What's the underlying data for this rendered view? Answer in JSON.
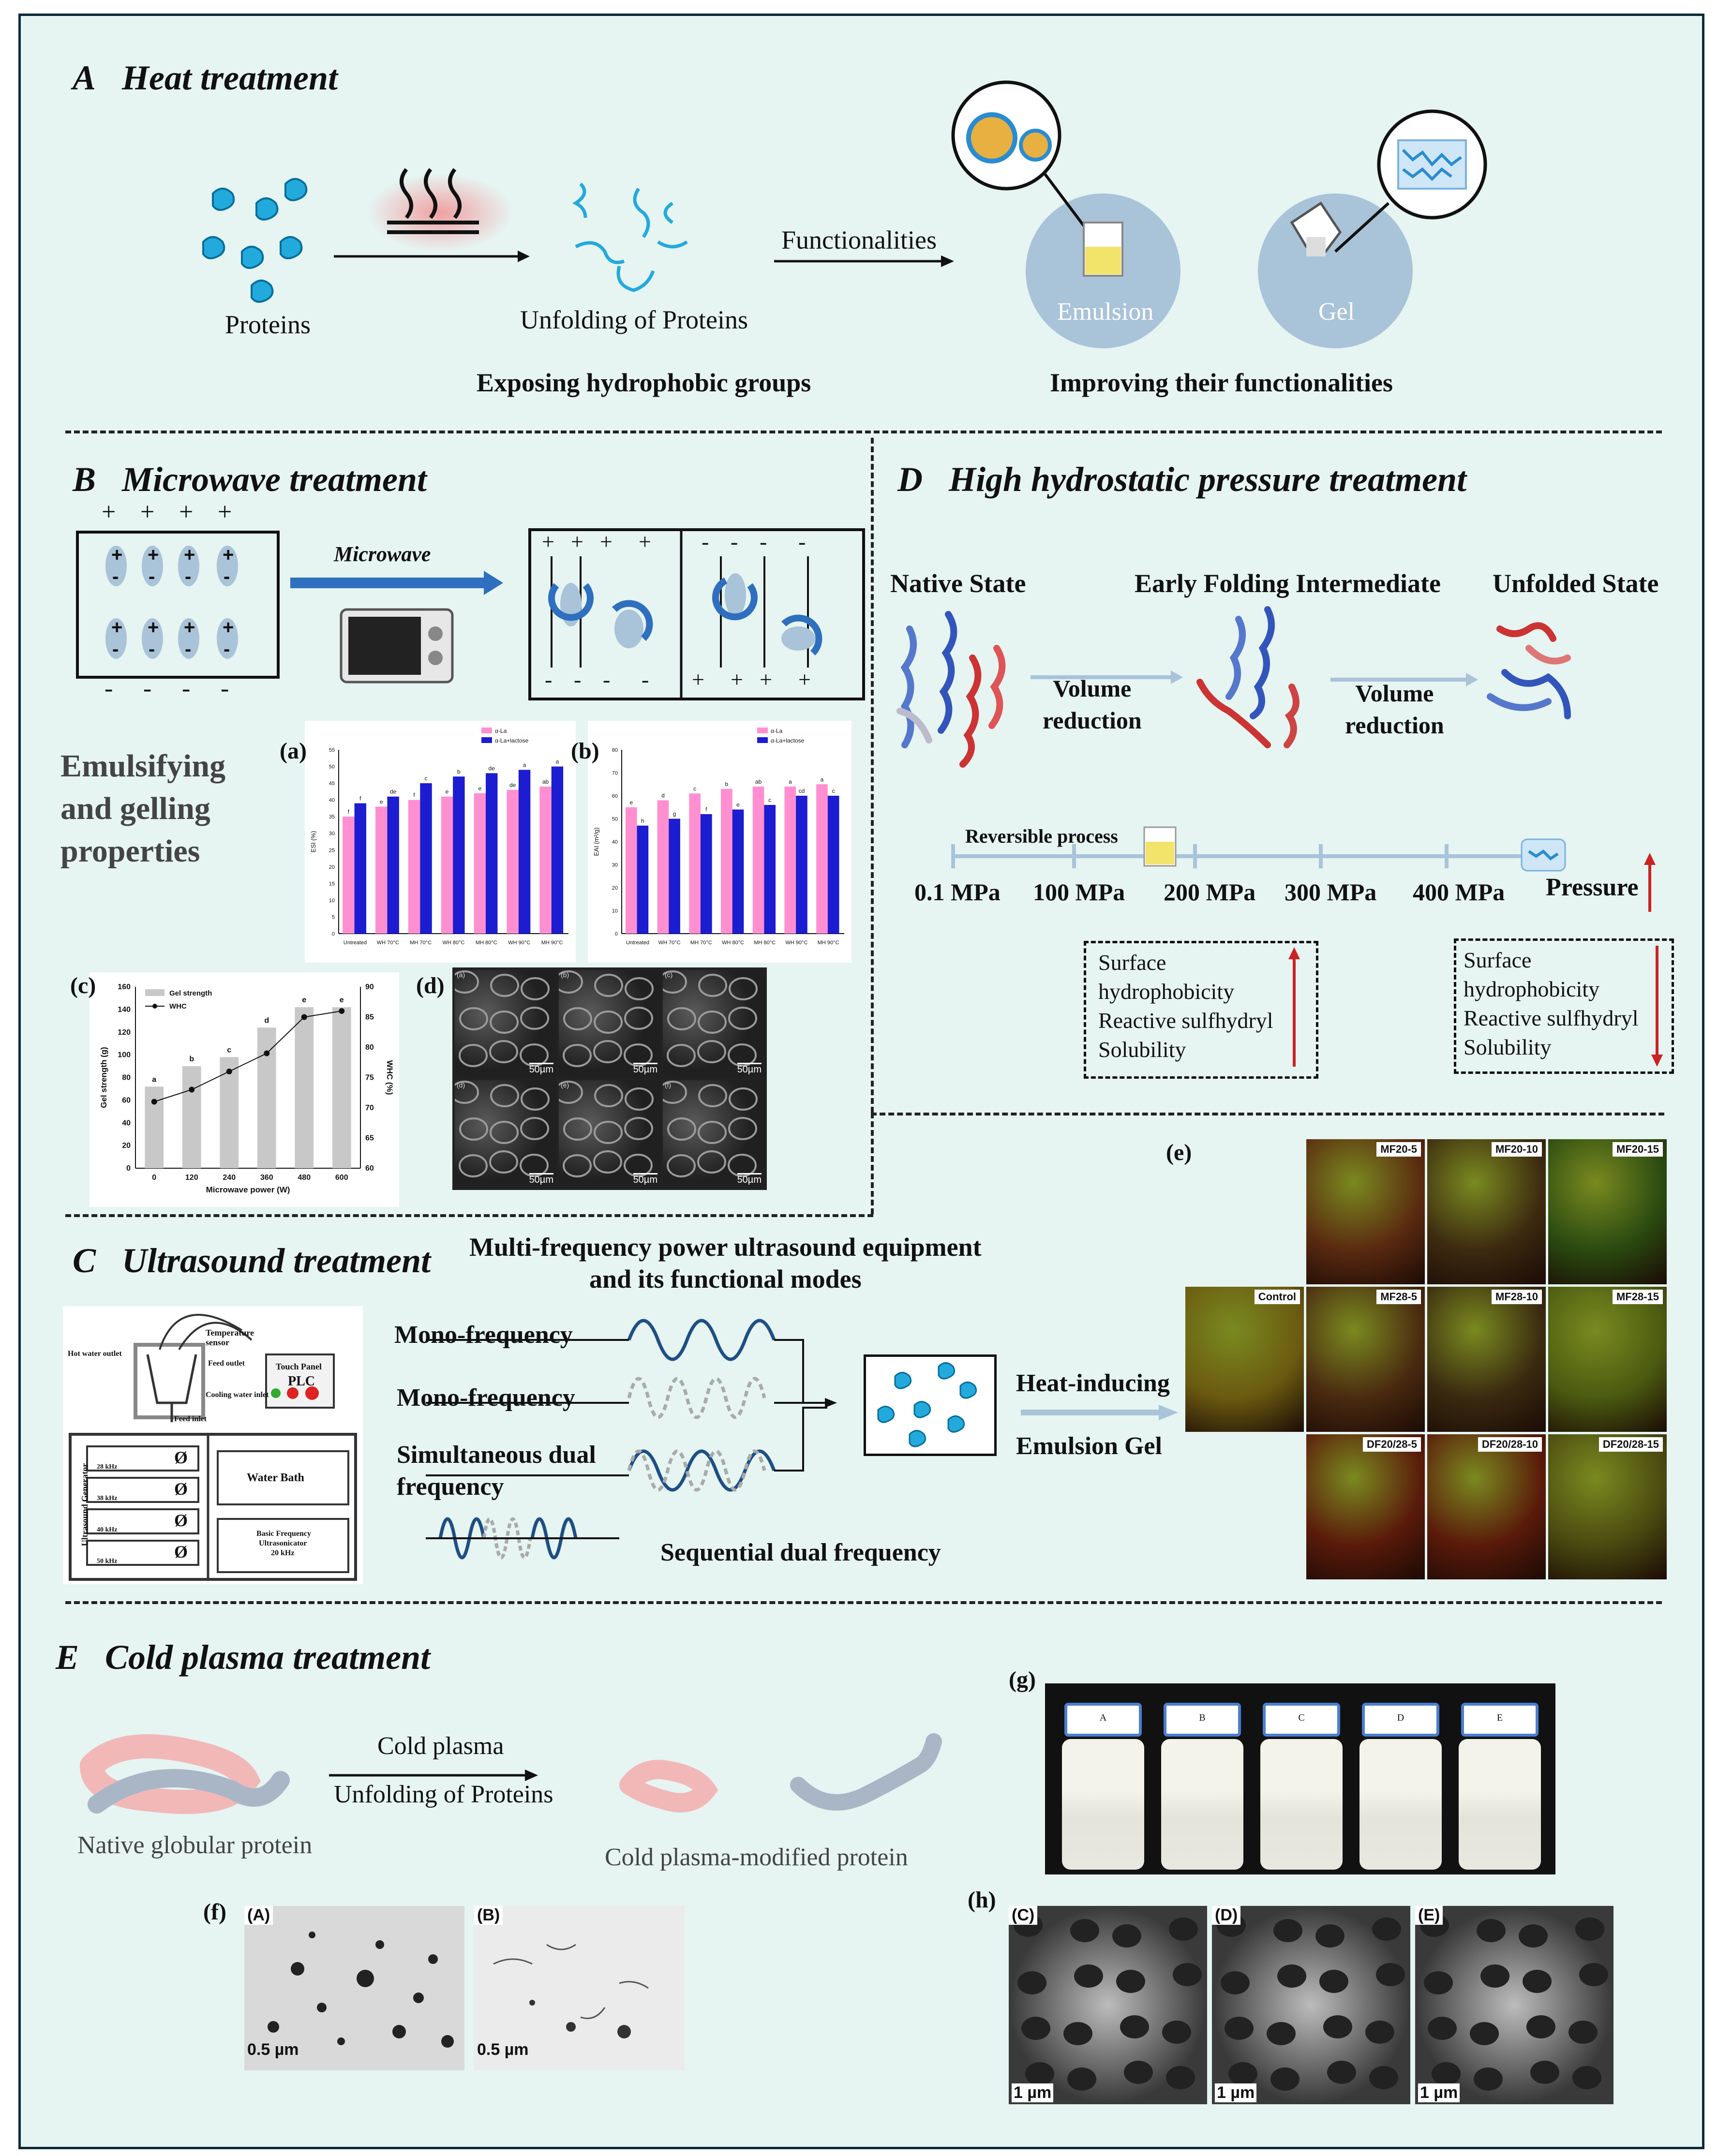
{
  "sections": {
    "A": {
      "letter": "A",
      "title": "Heat treatment",
      "proteins": "Proteins",
      "unfolding": "Unfolding of Proteins",
      "exposing": "Exposing hydrophobic groups",
      "functionalities": "Functionalities",
      "emulsion": "Emulsion",
      "gel": "Gel",
      "improving": "Improving their functionalities"
    },
    "B": {
      "letter": "B",
      "title": "Microwave treatment",
      "microwave": "Microwave",
      "props_l1": "Emulsifying",
      "props_l2": "and gelling",
      "props_l3": "properties",
      "plus": "+",
      "minus": "-"
    },
    "C": {
      "letter": "C",
      "title": "Ultrasound treatment",
      "equip_l1": "Multi-frequency power ultrasound equipment",
      "equip_l2": "and its functional modes",
      "mode1": "Mono-frequency",
      "mode2": "Mono-frequency",
      "mode3a": "Simultaneous dual",
      "mode3b": "frequency",
      "mode4": "Sequential dual frequency",
      "heat_inducing": "Heat-inducing",
      "emulsion_gel": "Emulsion Gel",
      "device": {
        "temp_sensor_l1": "Temperature",
        "temp_sensor_l2": "sensor",
        "hot_outlet": "Hot water outlet",
        "feed_outlet": "Feed outlet",
        "cooling_inlet": "Cooling water inlet",
        "feed_inlet": "Feed inlet",
        "touch_panel": "Touch Panel",
        "plc": "PLC",
        "generator": "Ultrasound Generator",
        "water_bath": "Water Bath",
        "base_freq_l1": "Basic Frequency",
        "base_freq_l2": "Ultrasonicator",
        "base_freq_l3": "20 kHz",
        "freqs": [
          "28 kHz",
          "38 kHz",
          "40 kHz",
          "50 kHz"
        ],
        "knob": "Ø"
      }
    },
    "D": {
      "letter": "D",
      "title": "High hydrostatic pressure treatment",
      "native": "Native State",
      "early": "Early Folding Intermediate",
      "unfolded": "Unfolded State",
      "vr1": "Volume",
      "vr2": "reduction",
      "reversible": "Reversible process",
      "pressures": [
        "0.1 MPa",
        "100 MPa",
        "200 MPa",
        "300 MPa",
        "400 MPa"
      ],
      "pressure": "Pressure",
      "props": [
        "Surface",
        "hydrophobicity",
        "Reactive sulfhydryl",
        "Solubility"
      ]
    },
    "E": {
      "letter": "E",
      "title": "Cold plasma treatment",
      "cold_plasma": "Cold plasma",
      "unfolding": "Unfolding of Proteins",
      "native": "Native globular protein",
      "modified": "Cold plasma-modified protein"
    }
  },
  "panels": {
    "a": "(a)",
    "b": "(b)",
    "c": "(c)",
    "d": "(d)",
    "e": "(e)",
    "f": "(f)",
    "g": "(g)",
    "h": "(h)",
    "f_A": "(A)",
    "f_B": "(B)",
    "scale_f": "0.5 µm",
    "h_C": "(C)",
    "h_D": "(D)",
    "h_E": "(E)",
    "scale_h": "1 µm",
    "scale_d": "50µm",
    "d_sub": [
      "(a)",
      "(b)",
      "(c)",
      "(d)",
      "(e)",
      "(f)"
    ],
    "e_tiles": [
      "MF20-5",
      "MF20-10",
      "MF20-15",
      "Control",
      "MF28-5",
      "MF28-10",
      "MF28-15",
      "DF20/28-5",
      "DF20/28-10",
      "DF20/28-15"
    ],
    "bottles": [
      "A",
      "B",
      "C",
      "D",
      "E"
    ]
  },
  "chart_data": [
    {
      "type": "bar",
      "panel": "(a)",
      "ylabel": "ESI (%)",
      "categories": [
        "Untreated",
        "WH 70°C",
        "MH 70°C",
        "WH 80°C",
        "MH 80°C",
        "WH 90°C",
        "MH 90°C"
      ],
      "series": [
        {
          "name": "α-La",
          "color": "#ff8fd0",
          "values": [
            35,
            38,
            40,
            41,
            42,
            43,
            44
          ]
        },
        {
          "name": "α-La+lactose",
          "color": "#1c1cd0",
          "values": [
            39,
            41,
            45,
            47,
            48,
            49,
            50
          ]
        }
      ],
      "sig": [
        [
          "f",
          "f"
        ],
        [
          "e",
          "de"
        ],
        [
          "f",
          "c"
        ],
        [
          "e",
          "b"
        ],
        [
          "e",
          "de"
        ],
        [
          "de",
          "a"
        ],
        [
          "ab",
          "a"
        ]
      ],
      "ylim": [
        0,
        55
      ]
    },
    {
      "type": "bar",
      "panel": "(b)",
      "ylabel": "EAI (m²/g)",
      "categories": [
        "Untreated",
        "WH 70°C",
        "MH 70°C",
        "WH 80°C",
        "MH 80°C",
        "WH 90°C",
        "MH 90°C"
      ],
      "series": [
        {
          "name": "α-La",
          "color": "#ff8fd0",
          "values": [
            55,
            58,
            61,
            63,
            64,
            64,
            65
          ]
        },
        {
          "name": "α-La+lactose",
          "color": "#1c1cd0",
          "values": [
            47,
            50,
            52,
            54,
            56,
            60,
            60
          ]
        }
      ],
      "sig": [
        [
          "e",
          "h"
        ],
        [
          "d",
          "g"
        ],
        [
          "c",
          "f"
        ],
        [
          "b",
          "e"
        ],
        [
          "ab",
          "c"
        ],
        [
          "a",
          "cd"
        ],
        [
          "a",
          "c"
        ]
      ],
      "ylim": [
        0,
        80
      ]
    },
    {
      "type": "bar",
      "panel": "(c)",
      "xlabel": "Microwave power (W)",
      "ylabel": "Gel strength (g)",
      "y2label": "WHC (%)",
      "categories": [
        "0",
        "120",
        "240",
        "360",
        "480",
        "600"
      ],
      "series": [
        {
          "name": "Gel strength",
          "color": "#c8c8c8",
          "values": [
            72,
            90,
            98,
            124,
            142,
            142
          ]
        },
        {
          "name": "WHC",
          "color": "#111111",
          "values": [
            71,
            73,
            76,
            79,
            85,
            86
          ]
        }
      ],
      "sig": [
        "a",
        "b",
        "c",
        "d",
        "e",
        "e"
      ],
      "ylim": [
        0,
        160
      ],
      "y2lim": [
        60,
        90
      ]
    }
  ]
}
